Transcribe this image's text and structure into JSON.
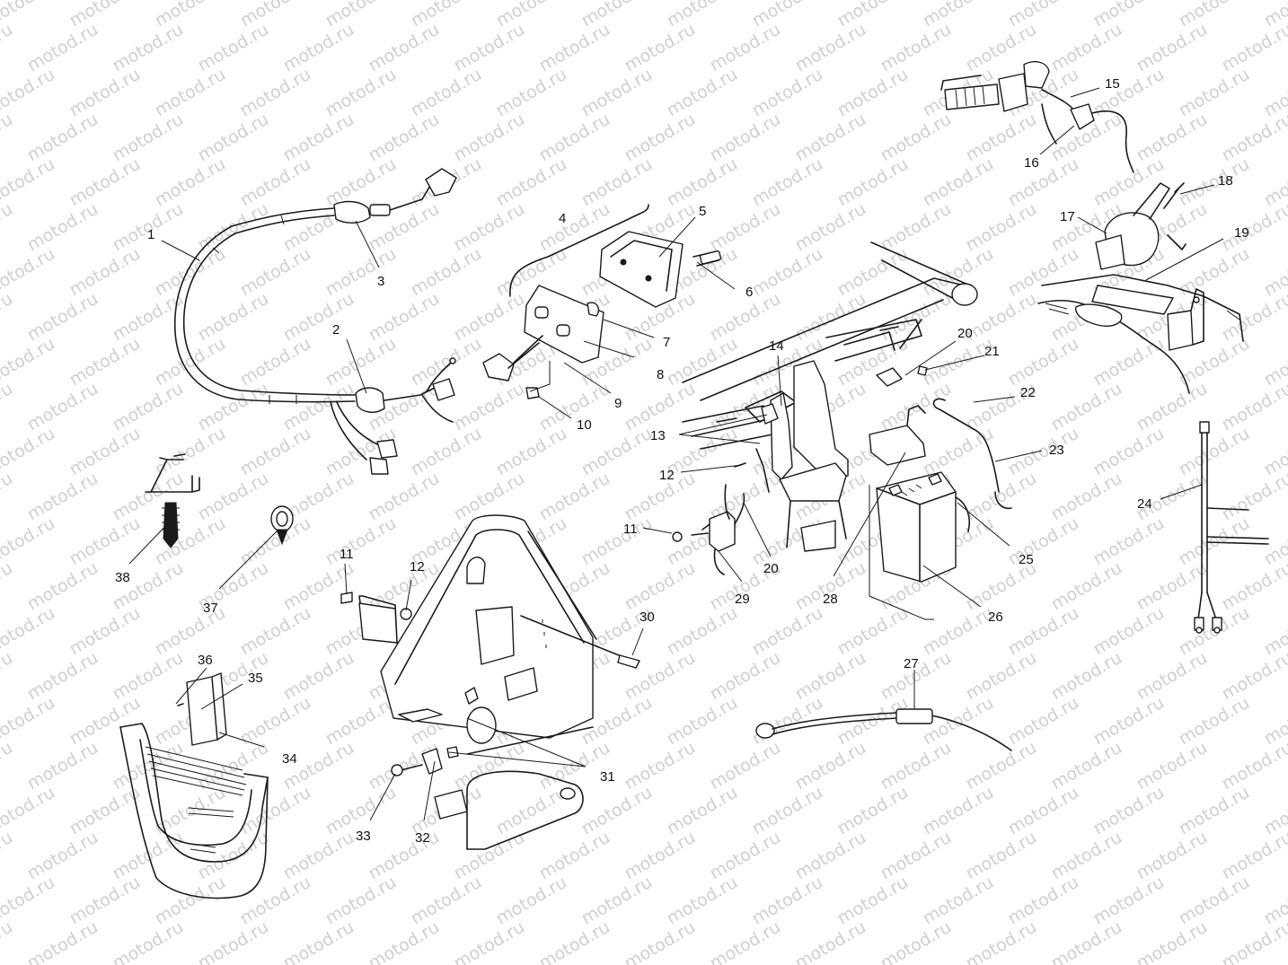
{
  "watermark": "motod.ru",
  "callouts": [
    {
      "id": "c1",
      "label": "1"
    },
    {
      "id": "c2",
      "label": "2"
    },
    {
      "id": "c3",
      "label": "3"
    },
    {
      "id": "c4",
      "label": "4"
    },
    {
      "id": "c5",
      "label": "5"
    },
    {
      "id": "c6",
      "label": "6"
    },
    {
      "id": "c7",
      "label": "7"
    },
    {
      "id": "c8",
      "label": "8"
    },
    {
      "id": "c9",
      "label": "9"
    },
    {
      "id": "c10",
      "label": "10"
    },
    {
      "id": "c11a",
      "label": "11"
    },
    {
      "id": "c11b",
      "label": "11"
    },
    {
      "id": "c12a",
      "label": "12"
    },
    {
      "id": "c12b",
      "label": "12"
    },
    {
      "id": "c13",
      "label": "13"
    },
    {
      "id": "c14",
      "label": "14"
    },
    {
      "id": "c15",
      "label": "15"
    },
    {
      "id": "c16",
      "label": "16"
    },
    {
      "id": "c17",
      "label": "17"
    },
    {
      "id": "c18",
      "label": "18"
    },
    {
      "id": "c19",
      "label": "19"
    },
    {
      "id": "c20a",
      "label": "20"
    },
    {
      "id": "c20b",
      "label": "20"
    },
    {
      "id": "c21",
      "label": "21"
    },
    {
      "id": "c22",
      "label": "22"
    },
    {
      "id": "c23",
      "label": "23"
    },
    {
      "id": "c24",
      "label": "24"
    },
    {
      "id": "c25",
      "label": "25"
    },
    {
      "id": "c26",
      "label": "26"
    },
    {
      "id": "c27",
      "label": "27"
    },
    {
      "id": "c28",
      "label": "28"
    },
    {
      "id": "c29",
      "label": "29"
    },
    {
      "id": "c30",
      "label": "30"
    },
    {
      "id": "c31",
      "label": "31"
    },
    {
      "id": "c32",
      "label": "32"
    },
    {
      "id": "c33",
      "label": "33"
    },
    {
      "id": "c34",
      "label": "34"
    },
    {
      "id": "c35",
      "label": "35"
    },
    {
      "id": "c36",
      "label": "36"
    },
    {
      "id": "c37",
      "label": "37"
    },
    {
      "id": "c38",
      "label": "38"
    }
  ]
}
